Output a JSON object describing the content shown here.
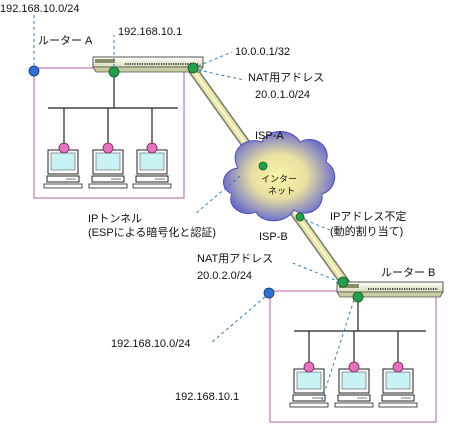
{
  "colors": {
    "site_border": "#b05ca8",
    "router_body": "#eef0cc",
    "router_edge": "#555555",
    "tunnel_fill": "#eae6a0",
    "tunnel_edge": "#777777",
    "cloud_fill": "#6a6ed8",
    "cloud_center": "#f4f0a0",
    "node_green": "#22a04a",
    "node_blue": "#2f6fd8",
    "node_pink": "#e870c0",
    "monitor_screen": "#c9f2f5",
    "dashed_line": "#2a7fc0"
  },
  "labels": {
    "net_a": "192.168.10.0/24",
    "router_a": "ルーター A",
    "lan_ip_a": "192.168.10.1",
    "wan_ip_a": "10.0.0.1/32",
    "nat_a_title": "NAT用アドレス",
    "nat_a_addr": "20.0.1.0/24",
    "isp_a": "ISP-A",
    "internet_line1": "インター",
    "internet_line2": "ネット",
    "tunnel_line1": "IPトンネル",
    "tunnel_line2": "(ESPによる暗号化と認証)",
    "isp_b": "ISP-B",
    "dyn_title": "IPアドレス不定",
    "dyn_sub": "(動的割り当て)",
    "nat_b_title": "NAT用アドレス",
    "nat_b_addr": "20.0.2.0/24",
    "router_b": "ルーター B",
    "net_b": "192.168.10.0/24",
    "lan_ip_b": "192.168.10.1"
  },
  "icons": {
    "router": "router-icon",
    "pc": "pc-icon",
    "cloud": "internet-cloud-icon"
  }
}
